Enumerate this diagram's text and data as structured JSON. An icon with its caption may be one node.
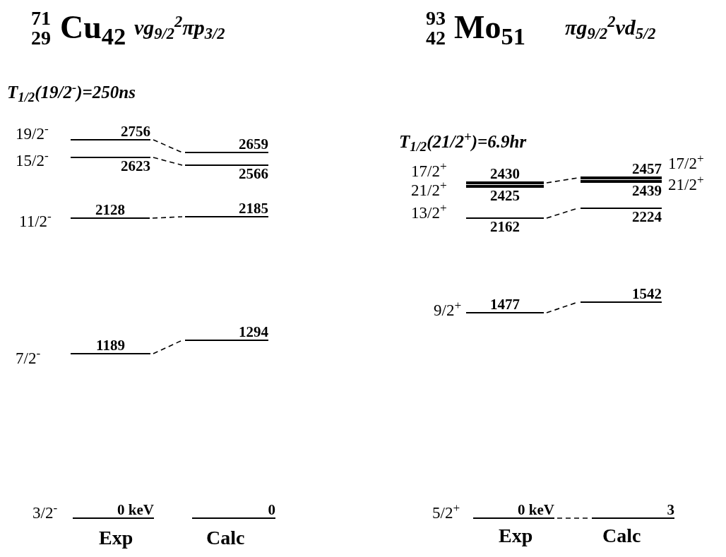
{
  "diagram": {
    "nodes": [
      {
        "text": [
          "2756"
        ],
        "beside": [
          "19/2$^{-}$"
        ]
      },
      {
        "text": [
          "2623"
        ],
        "beside": [
          "15/2$^{-}$"
        ]
      },
      {
        "text": [
          "2128"
        ],
        "beside": [
          "11/2$^{-}$"
        ]
      },
      {
        "text": [
          "1189"
        ],
        "beside": [
          "7/2$^{-}$"
        ]
      },
      {
        "text": [
          "0 keV"
        ],
        "beside": [
          "3/2$^{-}$"
        ]
      },
      {
        "text": [
          "2659"
        ]
      },
      {
        "text": [
          "2566"
        ]
      },
      {
        "text": [
          "2185"
        ]
      },
      {
        "text": [
          "1294"
        ]
      },
      {
        "text": [
          "0"
        ]
      },
      {
        "text": [
          "2430"
        ],
        "beside": [
          "17/2$^{+}$"
        ]
      },
      {
        "text": [
          "2425"
        ],
        "beside": [
          "21/2$^{+}$"
        ]
      },
      {
        "text": [
          "2162"
        ],
        "beside": [
          "13/2$^{+}$"
        ]
      },
      {
        "text": [
          "1477"
        ],
        "beside": [
          "9/2$^{+}$"
        ]
      },
      {
        "text": [
          "0 keV"
        ],
        "beside": [
          "5/2$^{+}$"
        ]
      },
      {
        "text": [
          "2457"
        ],
        "beside": [
          "17/2$^{+}$"
        ]
      },
      {
        "text": [
          "2439"
        ],
        "beside": [
          "21/2$^{+}$"
        ]
      },
      {
        "text": [
          "2224"
        ]
      },
      {
        "text": [
          "1542"
        ]
      },
      {
        "text": [
          "3"
        ]
      }
    ],
    "edges": [
      {
        "from": 0,
        "to": 5,
        "arrow": "none",
        "style": "dashed"
      },
      {
        "from": 1,
        "to": 6,
        "arrow": "none",
        "style": "dashed"
      },
      {
        "from": 2,
        "to": 7,
        "arrow": "none",
        "style": "dashed"
      },
      {
        "from": 3,
        "to": 8,
        "arrow": "none",
        "style": "dashed"
      },
      {
        "from": 10,
        "to": 15,
        "arrow": "none",
        "style": "dashed"
      },
      {
        "from": 12,
        "to": 17,
        "arrow": "none",
        "style": "dashed"
      },
      {
        "from": 13,
        "to": 18,
        "arrow": "none",
        "style": "dashed"
      },
      {
        "from": 14,
        "to": 19,
        "arrow": "none",
        "style": "dashed"
      }
    ],
    "labels": [
      "71",
      "29",
      "Cu$_{42}$",
      "νg$_{9/2}$$^{2}$πp$_{3/2}$",
      "93",
      "42",
      "Mo$_{51}$",
      "πg$_{9/2}$$^{2}$νd$_{5/2}$",
      "T$_{1/2}$(19/2$^{-}$)=250ns",
      "T$_{1/2}$(21/2$^{+}$)=6.9hr",
      "Exp",
      "Calc",
      "Exp",
      "Calc"
    ]
  }
}
